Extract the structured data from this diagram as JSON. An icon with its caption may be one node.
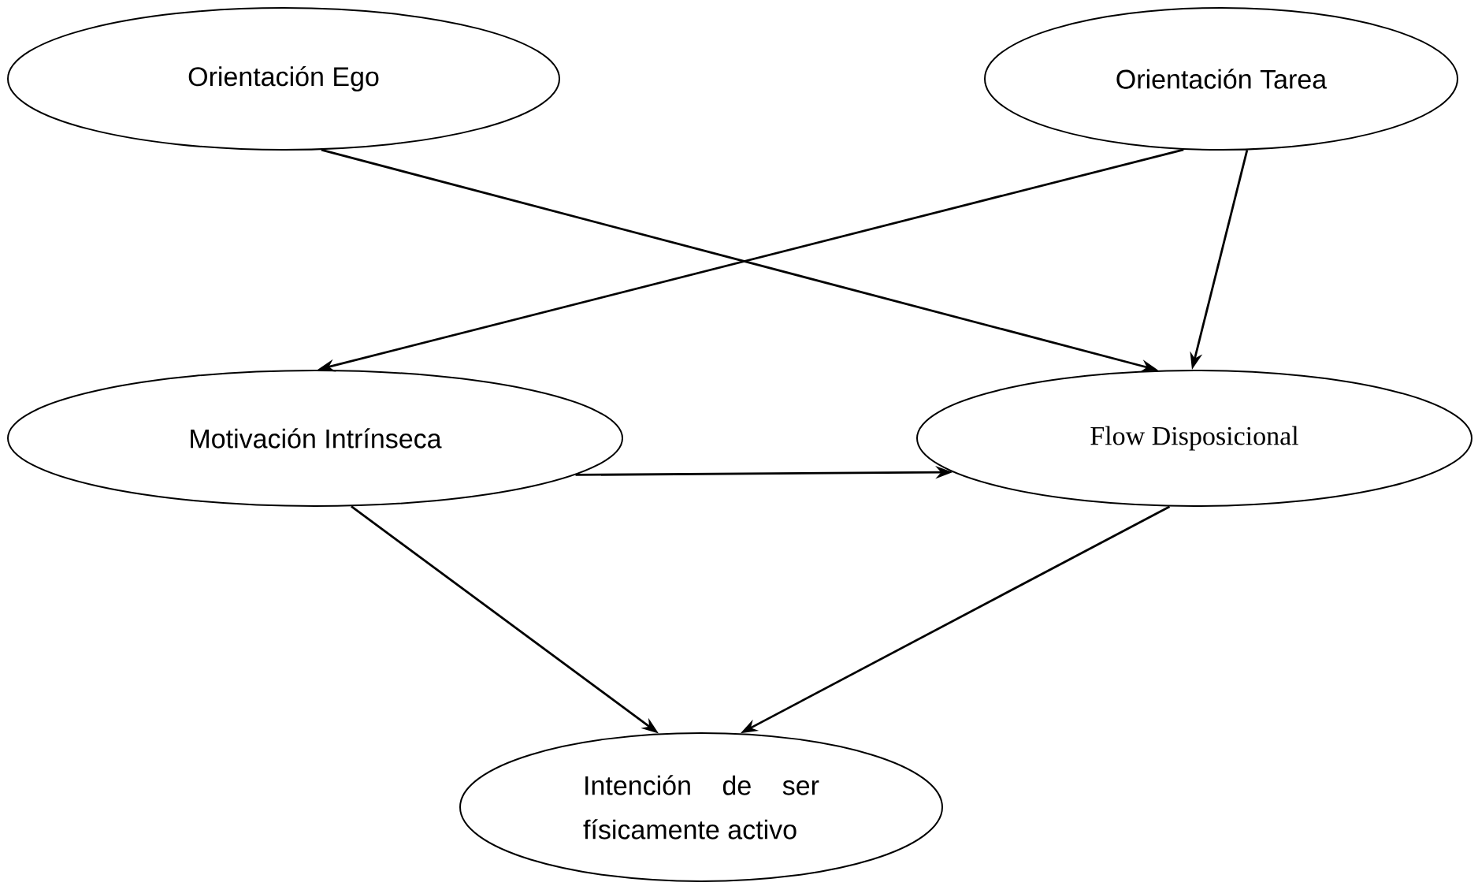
{
  "diagram": {
    "nodes": [
      {
        "text": [
          "Orientación Ego"
        ]
      },
      {
        "text": [
          "Orientación Tarea"
        ]
      },
      {
        "text": [
          "Motivación Intrínseca"
        ]
      },
      {
        "text": [
          "Flow Disposicional"
        ]
      },
      {
        "text": [
          "Intención de ser físicamente activo"
        ]
      }
    ],
    "edges": [
      {
        "from": 0,
        "to": 3,
        "arrow": "to"
      },
      {
        "from": 1,
        "to": 2,
        "arrow": "to"
      },
      {
        "from": 1,
        "to": 3,
        "arrow": "to"
      },
      {
        "from": 2,
        "to": 3,
        "arrow": "to"
      },
      {
        "from": 2,
        "to": 4,
        "arrow": "to"
      },
      {
        "from": 3,
        "to": 4,
        "arrow": "to"
      }
    ]
  }
}
